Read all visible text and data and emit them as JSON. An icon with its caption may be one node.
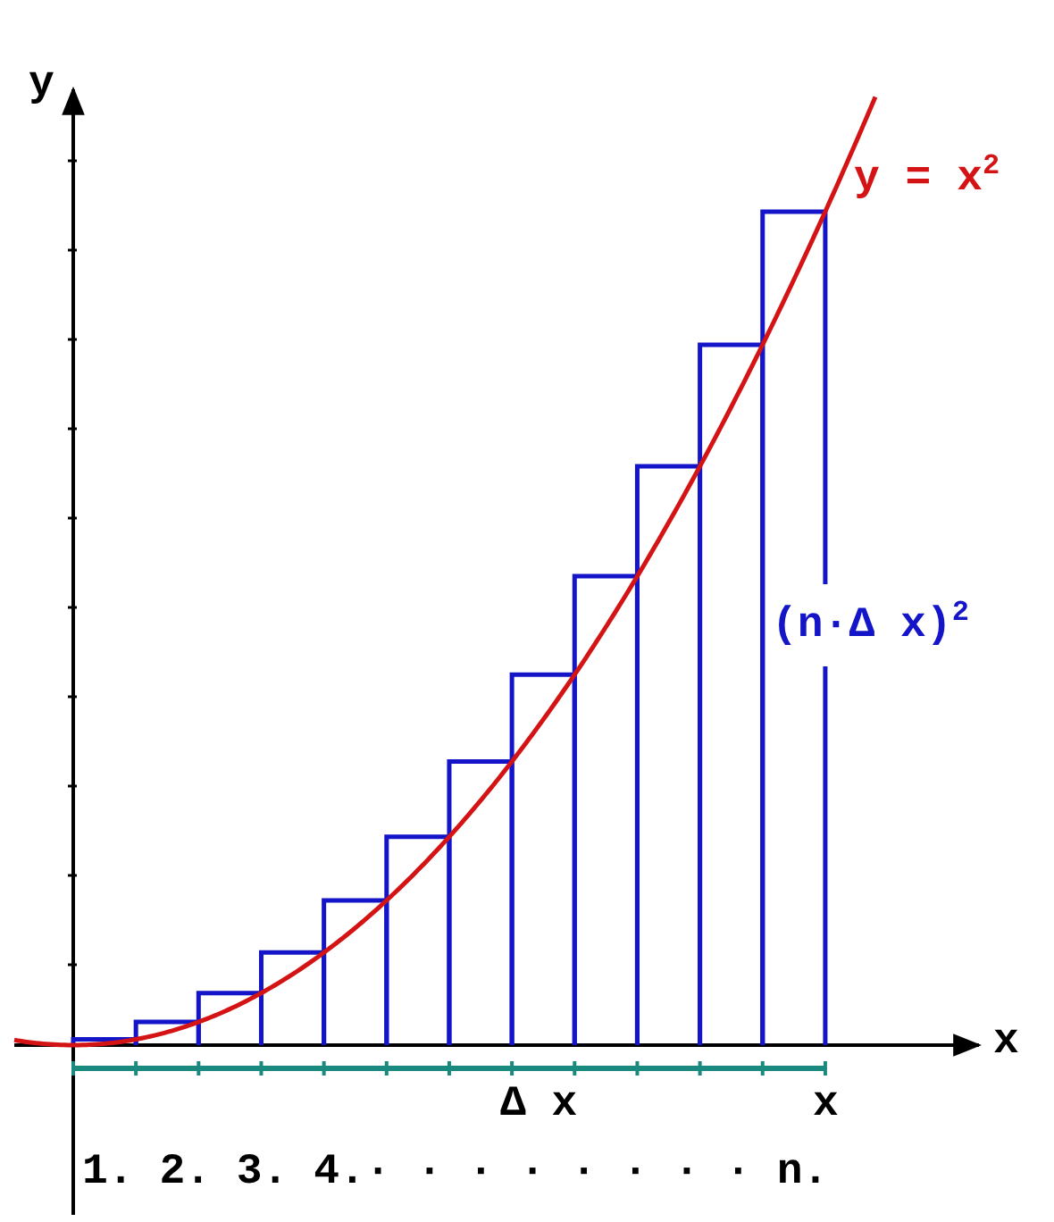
{
  "diagram": {
    "labels": [
      "y",
      "y = x$^{2}$",
      "(n·Δ x)$^{2}$",
      "x",
      "Δ x",
      "x",
      "1. 2. 3. 4.· · · · · · · · n."
    ]
  }
}
